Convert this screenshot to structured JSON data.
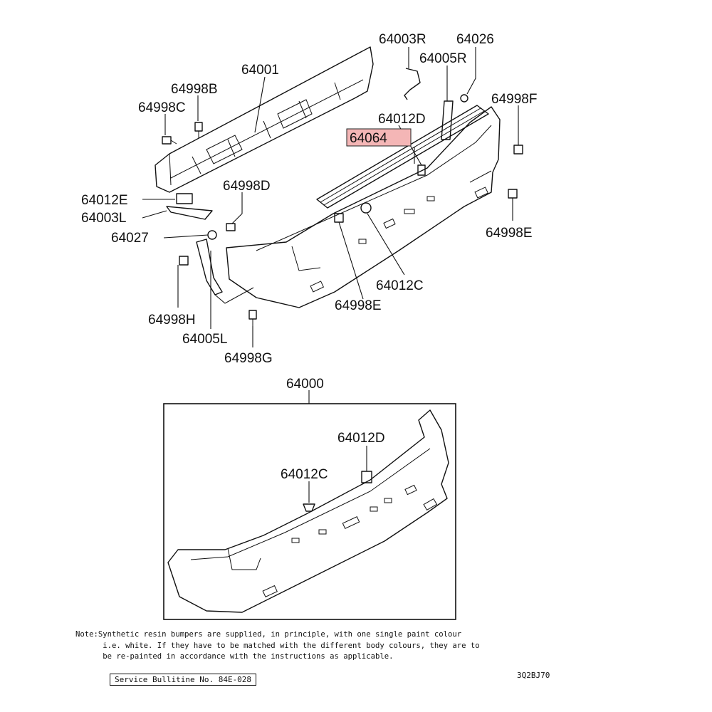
{
  "diagram": {
    "labels": {
      "p64003R": "64003R",
      "p64026": "64026",
      "p64005R": "64005R",
      "p64001": "64001",
      "p64998B": "64998B",
      "p64998C": "64998C",
      "p64998F": "64998F",
      "p64012D_top": "64012D",
      "p64064": "64064",
      "p64012E": "64012E",
      "p64998D": "64998D",
      "p64003L": "64003L",
      "p64027": "64027",
      "p64998E_right": "64998E",
      "p64012C_top": "64012C",
      "p64998E_mid": "64998E",
      "p64998H": "64998H",
      "p64005L": "64005L",
      "p64998G": "64998G",
      "p64000": "64000",
      "p64012D_box": "64012D",
      "p64012C_box": "64012C"
    },
    "highlight_color": "#f4b6b6"
  },
  "footer": {
    "note_line1": "Note:Synthetic resin bumpers are supplied, in principle, with one single paint colour",
    "note_line2": "      i.e. white. If they have to be matched with the different body colours, they are to",
    "note_line3": "      be re-painted in accordance with the instructions as applicable.",
    "service_bulletin": "Service Bullitine No. 84E-028",
    "drawing_code": "3Q2BJ70"
  }
}
